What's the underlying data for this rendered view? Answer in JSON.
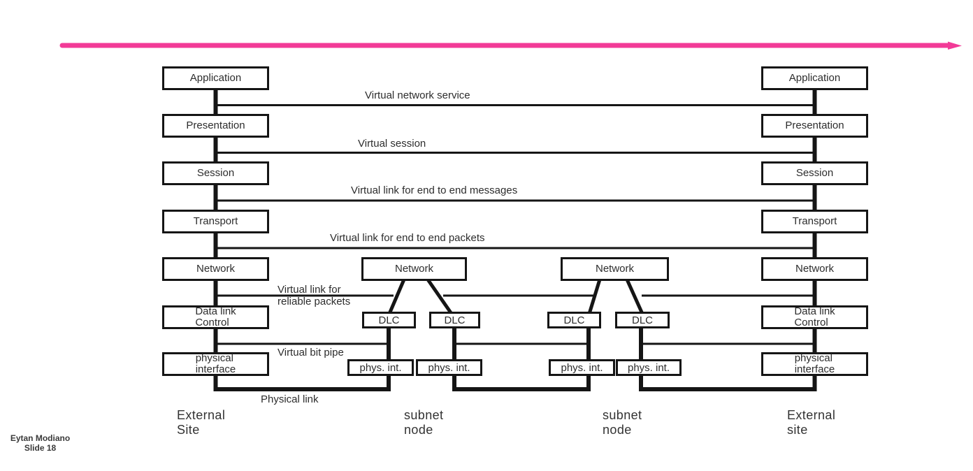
{
  "slide": {
    "accent_color": "#f23a97",
    "footer": {
      "author": "Eytan Modiano",
      "slide_number": "Slide 18"
    }
  },
  "link_labels": {
    "virtual_network_service": "Virtual network service",
    "virtual_session": "Virtual session",
    "virtual_link_messages": "Virtual link for end to end messages",
    "virtual_link_packets": "Virtual link for end to end packets",
    "virtual_link_reliable": "Virtual link for\nreliable packets",
    "virtual_bit_pipe": "Virtual bit pipe",
    "physical_link": "Physical link"
  },
  "left_site": {
    "caption": "External\nSite",
    "layers": {
      "application": "Application",
      "presentation": "Presentation",
      "session": "Session",
      "transport": "Transport",
      "network": "Network",
      "data_link": "Data link\nControl",
      "physical": "physical\ninterface"
    }
  },
  "right_site": {
    "caption": "External\nsite",
    "layers": {
      "application": "Application",
      "presentation": "Presentation",
      "session": "Session",
      "transport": "Transport",
      "network": "Network",
      "data_link": "Data link\nControl",
      "physical": "physical\ninterface"
    }
  },
  "subnet_node_1": {
    "caption": "subnet\nnode",
    "network": "Network",
    "dlc_left": "DLC",
    "dlc_right": "DLC",
    "phys_left": "phys. int.",
    "phys_right": "phys. int."
  },
  "subnet_node_2": {
    "caption": "subnet\nnode",
    "network": "Network",
    "dlc_left": "DLC",
    "dlc_right": "DLC",
    "phys_left": "phys. int.",
    "phys_right": "phys. int."
  }
}
